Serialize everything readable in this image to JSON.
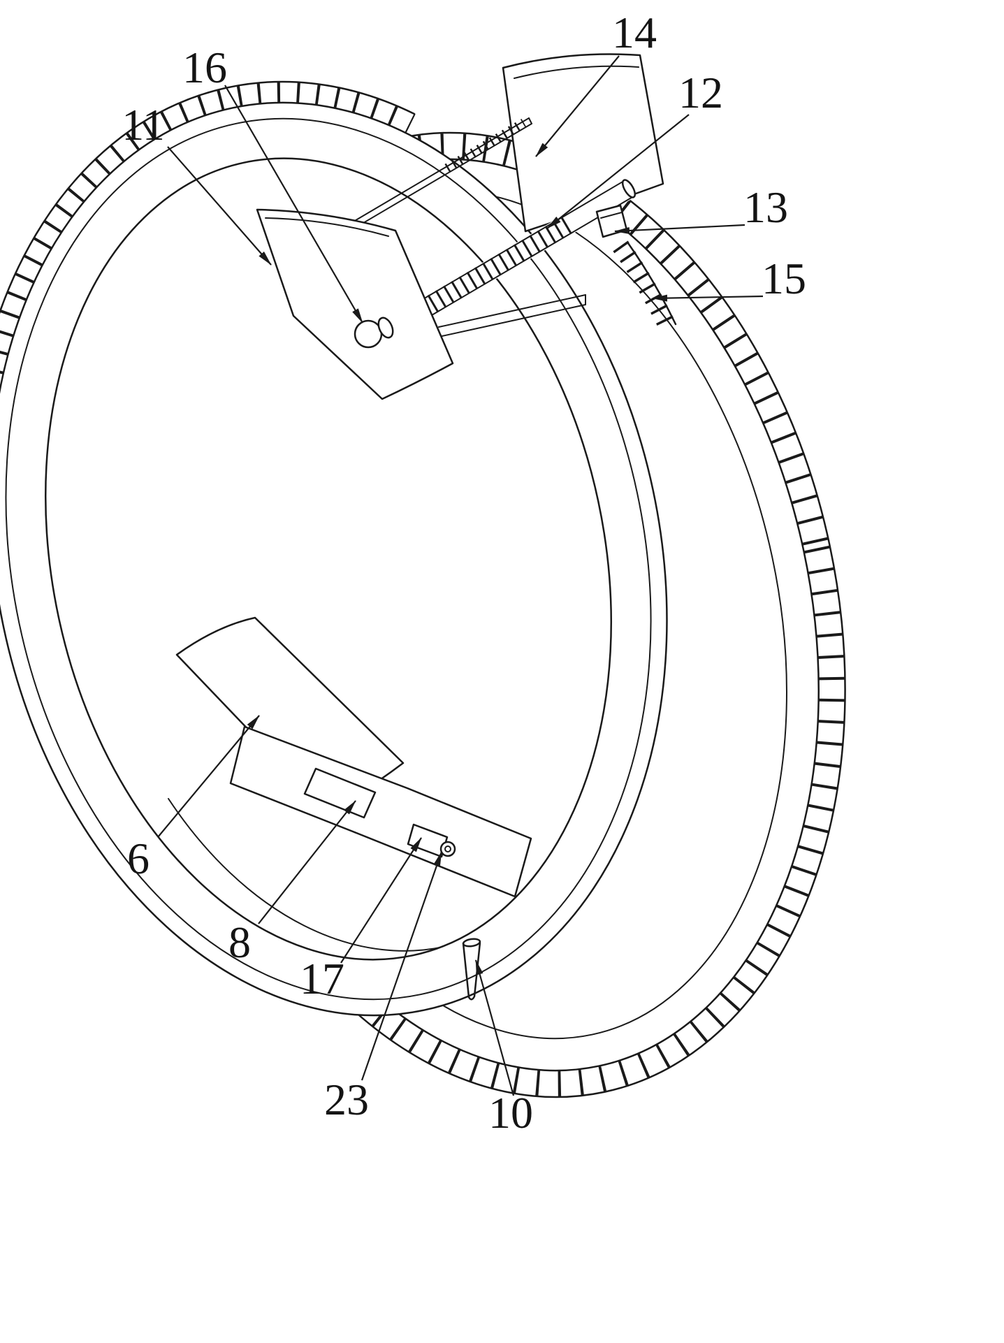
{
  "figure": {
    "background_color": "#ffffff",
    "line_color": "#1a1a1a",
    "labels": [
      {
        "text": "16"
      },
      {
        "text": "11"
      },
      {
        "text": "14"
      },
      {
        "text": "12"
      },
      {
        "text": "13"
      },
      {
        "text": "15"
      },
      {
        "text": "6"
      },
      {
        "text": "8"
      },
      {
        "text": "17"
      },
      {
        "text": "23"
      },
      {
        "text": "10"
      }
    ]
  }
}
